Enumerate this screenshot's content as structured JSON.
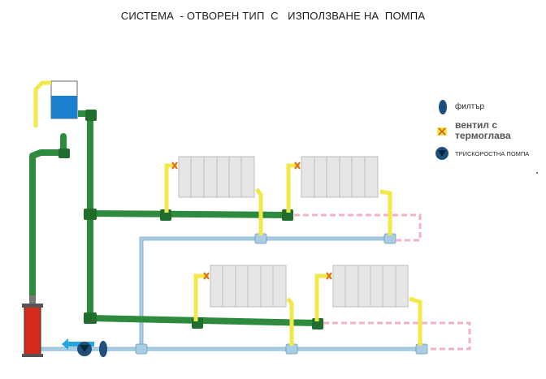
{
  "title": "СИСТЕМА  - ОТВОРЕН ТИП  С   ИЗПОЛЗВАНЕ НА  ПОМПА",
  "legend": {
    "filter": {
      "label": "филтър",
      "icon": "filter-icon"
    },
    "valve": {
      "label_line1": "вентил с",
      "label_line2": "термоглава",
      "icon": "thermostatic-valve-icon"
    },
    "pump": {
      "label": "ТРИСКОРОСТНА ПОМПА",
      "icon": "pump-icon"
    }
  },
  "colors": {
    "supply_pipe": "#2e8b3e",
    "return_pipe": "#a9cde4",
    "radiator_connection": "#f2e84a",
    "radiator": "#e6e6e6",
    "boiler": "#d42a1e",
    "expansion_tank_water": "#1b7fcf",
    "dashed_extension": "#f1b3c3",
    "valve_mark": "#e06a1a",
    "pump": "#1f4f7a",
    "flow_arrow": "#21a8e0"
  }
}
